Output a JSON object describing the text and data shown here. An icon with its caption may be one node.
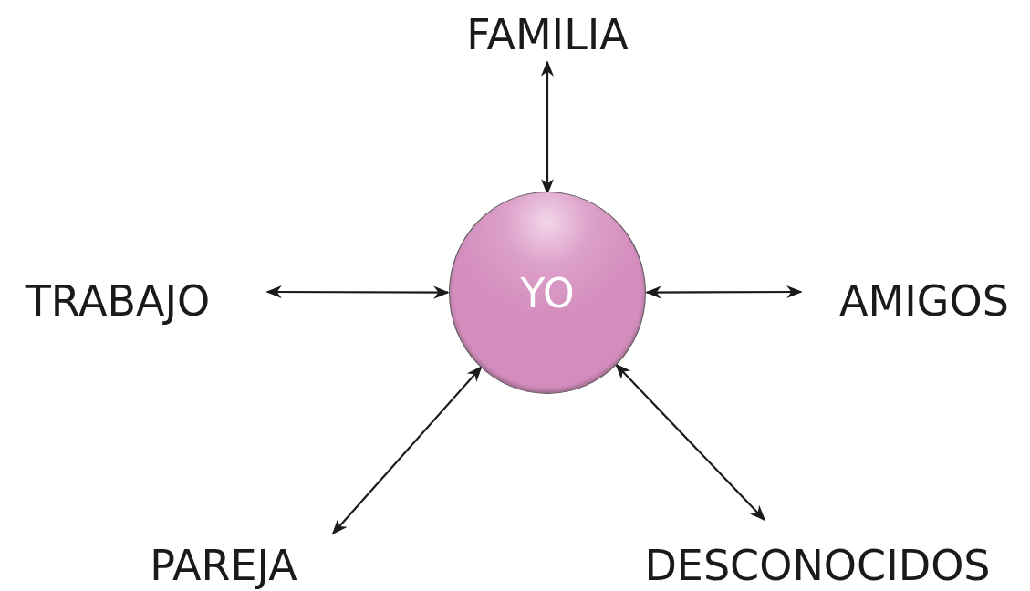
{
  "diagram": {
    "nodes": [
      {
        "text": [
          "YO"
        ]
      },
      {
        "text": [
          "FAMILIA"
        ]
      },
      {
        "text": [
          "TRABAJO"
        ]
      },
      {
        "text": [
          "AMIGOS"
        ]
      },
      {
        "text": [
          "PAREJA"
        ]
      },
      {
        "text": [
          "DESCONOCIDOS"
        ]
      }
    ],
    "edges": [
      {
        "from": 0,
        "to": 1,
        "arrow": "both"
      },
      {
        "from": 0,
        "to": 2,
        "arrow": "both"
      },
      {
        "from": 0,
        "to": 3,
        "arrow": "both"
      },
      {
        "from": 0,
        "to": 4,
        "arrow": "both"
      },
      {
        "from": 0,
        "to": 5,
        "arrow": "both"
      }
    ]
  }
}
